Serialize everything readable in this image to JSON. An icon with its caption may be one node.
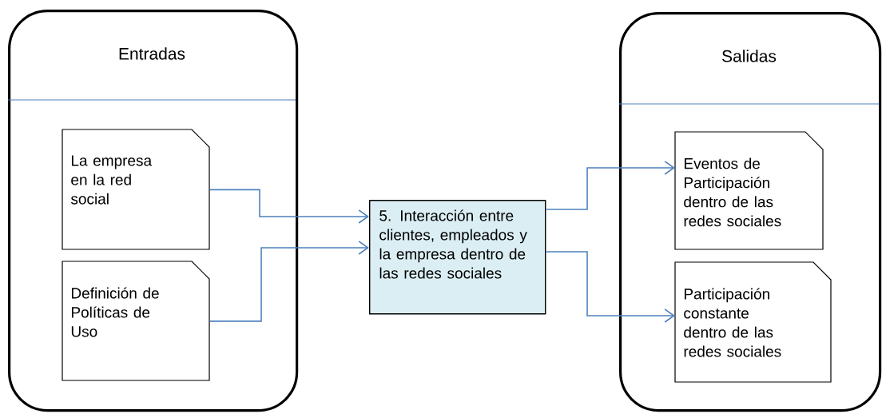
{
  "diagram": {
    "nodes": [
      {
        "text": [
          "Entradas"
        ]
      },
      {
        "text": [
          "La empresa en la red social"
        ],
        "in": 0
      },
      {
        "text": [
          "Definición de Políticas de Uso"
        ],
        "in": 0
      },
      {
        "text": [
          "5. Interacción entre clientes, empleados y la empresa dentro de las redes sociales"
        ]
      },
      {
        "text": [
          "Salidas"
        ]
      },
      {
        "text": [
          "Eventos de Participación dentro de las redes sociales"
        ],
        "in": 4
      },
      {
        "text": [
          "Participación constante dentro de las redes sociales"
        ],
        "in": 4
      }
    ],
    "edges": [
      {
        "from": 1,
        "to": 3,
        "arrow": "to"
      },
      {
        "from": 2,
        "to": 3,
        "arrow": "to"
      },
      {
        "from": 3,
        "to": 5,
        "arrow": "to"
      },
      {
        "from": 3,
        "to": 6,
        "arrow": "to"
      }
    ]
  }
}
